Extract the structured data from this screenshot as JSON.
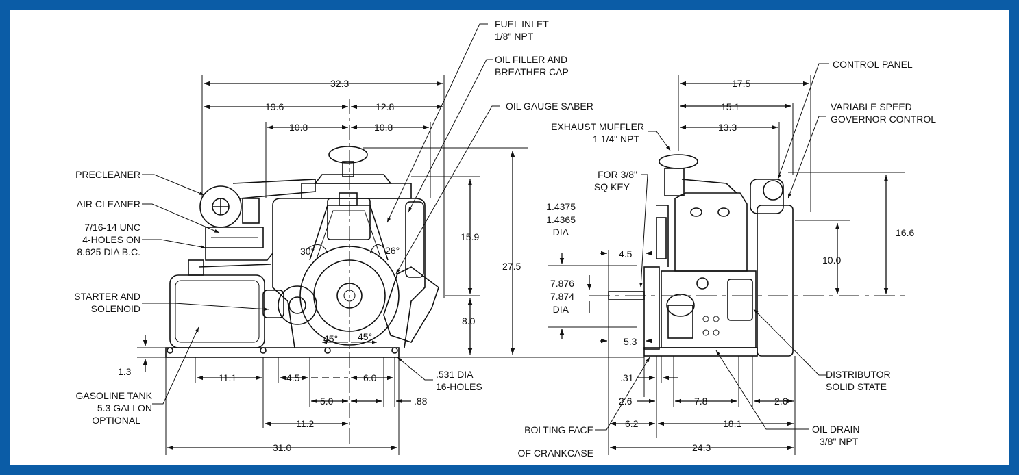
{
  "frame_color": "#0b5ca6",
  "labels": {
    "fuel_inlet": "FUEL INLET",
    "fuel_inlet_size": "1/8\" NPT",
    "oil_filler_1": "OIL FILLER AND",
    "oil_filler_2": "BREATHER CAP",
    "oil_gauge": "OIL GAUGE SABER",
    "precleaner": "PRECLEANER",
    "air_cleaner": "AIR CLEANER",
    "mount_holes_1": "7/16-14 UNC",
    "mount_holes_2": "4-HOLES ON",
    "mount_holes_3": "8.625 DIA B.C.",
    "starter_1": "STARTER AND",
    "starter_2": "SOLENOID",
    "gas_tank_1": "GASOLINE TANK",
    "gas_tank_2": "5.3 GALLON",
    "gas_tank_3": "OPTIONAL",
    "base_holes_1": ".531 DIA",
    "base_holes_2": "16-HOLES",
    "control_panel": "CONTROL PANEL",
    "governor_1": "VARIABLE SPEED",
    "governor_2": "GOVERNOR CONTROL",
    "muffler_1": "EXHAUST MUFFLER",
    "muffler_2": "1 1/4\" NPT",
    "key_1": "FOR 3/8\"",
    "key_2": "SQ KEY",
    "shaft_dia_1": "1.4375",
    "shaft_dia_2": "1.4365",
    "shaft_dia_3": "DIA",
    "pilot_dia_1": "7.876",
    "pilot_dia_2": "7.874",
    "pilot_dia_3": "DIA",
    "distributor_1": "DISTRIBUTOR",
    "distributor_2": "SOLID STATE",
    "oil_drain_1": "OIL DRAIN",
    "oil_drain_2": "3/8\" NPT",
    "bolting_1": "BOLTING FACE",
    "bolting_2": "OF CRANKCASE"
  },
  "dimensions": {
    "d_32_3": "32.3",
    "d_19_6": "19.6",
    "d_12_8": "12.8",
    "d_10_8_left": "10.8",
    "d_10_8_right": "10.8",
    "d_15_9": "15.9",
    "d_27_5": "27.5",
    "d_8_0": "8.0",
    "d_1_3": "1.3",
    "d_11_1": "11.1",
    "d_4_5_base": "4.5",
    "d_6_0": "6.0",
    "d_5_0": "5.0",
    "d_0_88": ".88",
    "d_11_2": "11.2",
    "d_31_0": "31.0",
    "d_17_5": "17.5",
    "d_15_1": "15.1",
    "d_13_3": "13.3",
    "d_16_6": "16.6",
    "d_10_0": "10.0",
    "d_4_5_shaft": "4.5",
    "d_5_3": "5.3",
    "d_0_31": ".31",
    "d_2_6_left": "2.6",
    "d_7_8": "7.8",
    "d_2_6_right": "2.6",
    "d_6_2": "6.2",
    "d_18_1": "18.1",
    "d_24_3": "24.3",
    "ang_30": "30°",
    "ang_26": "26°",
    "ang_45_left": "45°",
    "ang_45_right": "45°"
  }
}
